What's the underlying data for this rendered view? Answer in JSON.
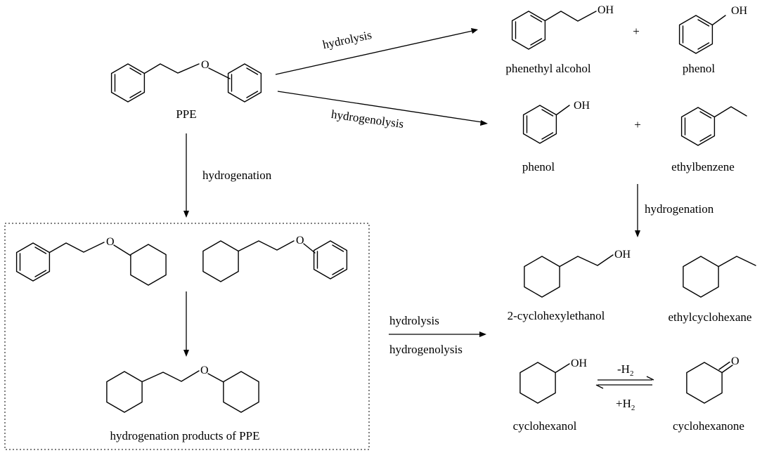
{
  "reactant": {
    "name": "PPE"
  },
  "reactions": {
    "hydrolysis": "hydrolysis",
    "hydrogenolysis": "hydrogenolysis",
    "hydrogenation": "hydrogenation",
    "plus": "+"
  },
  "products_top": {
    "phenethyl_alcohol": "phenethyl alcohol",
    "phenol": "phenol"
  },
  "products_mid": {
    "phenol": "phenol",
    "ethylbenzene": "ethylbenzene"
  },
  "products_hydrogenated": {
    "cyclohexylethanol": "2-cyclohexylethanol",
    "ethylcyclohexane": "ethylcyclohexane",
    "cyclohexanol": "cyclohexanol",
    "cyclohexanone": "cyclohexanone"
  },
  "box": {
    "caption": "hydrogenation products of PPE"
  },
  "equilibrium": {
    "minus_h2": "-H",
    "plus_h2": "+H",
    "h2_subscript": "2"
  },
  "atoms": {
    "O": "O",
    "OH": "OH"
  }
}
